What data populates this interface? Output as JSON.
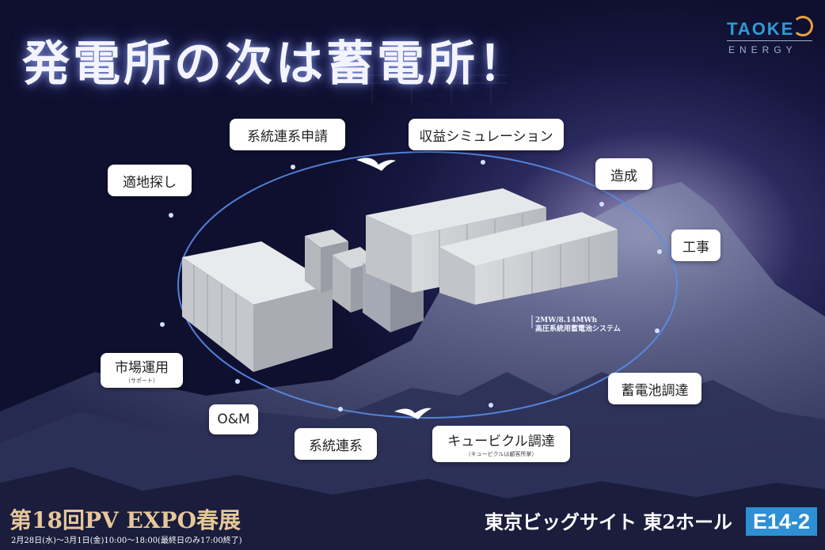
{
  "headline": "発電所の次は蓄電所！",
  "logo": {
    "main": "TAOKE",
    "sub": "ENERGY"
  },
  "steps": {
    "site_search": "適地探し",
    "grid_application": "系統連系申請",
    "revenue_simulation": "収益シミュレーション",
    "land_preparation": "造成",
    "construction": "工事",
    "battery_procurement": "蓄電池調達",
    "cubicle_procurement": "キュービクル調達",
    "cubicle_note": "（キュービクルは顧客所掌）",
    "grid_connection": "系統連系",
    "om": "O&M",
    "market_operation": "市場運用",
    "market_note": "（サポート）"
  },
  "system": {
    "capacity": "2MW/8.14MWh",
    "name": "高圧系統用蓄電池システム"
  },
  "expo": {
    "title": "第18回PV EXPO春展",
    "dates": "2月28日(水)〜3月1日(金)10:00〜18:00(最終日のみ17:00終了)"
  },
  "venue": "東京ビッグサイト 東2ホール",
  "booth": "E14-2",
  "colors": {
    "orbit": "#5a8de8",
    "booth_bg": "#2e8fd3",
    "expo_title": "#e7c79a",
    "logo_blue": "#2f9bd6",
    "logo_orange": "#e9a23b"
  }
}
